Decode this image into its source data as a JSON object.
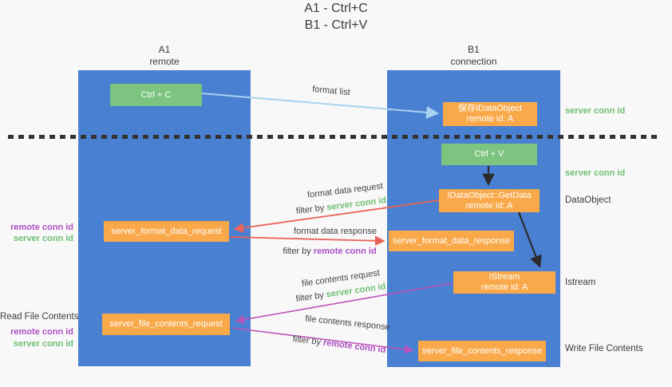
{
  "title": {
    "line1": "A1 - Ctrl+C",
    "line2": "B1 - Ctrl+V"
  },
  "lanes": {
    "a1": {
      "name": "A1",
      "role": "remote"
    },
    "b1": {
      "name": "B1",
      "role": "connection"
    }
  },
  "nodes": {
    "ctrl_c": "Ctrl + C",
    "ctrl_v": "Ctrl + V",
    "save_idataobject": {
      "line1": "保存IDataObject",
      "line2": "remote id: A"
    },
    "getdata": {
      "line1": "IDataObject::GetData",
      "line2": "remote id: A"
    },
    "istream": {
      "line1": "IStream",
      "line2": "remote id: A"
    },
    "format_request": "server_format_data_request",
    "format_response": "server_format_data_response",
    "file_request": "server_file_contents_request",
    "file_response": "server_file_contents_response"
  },
  "edge_labels": {
    "format_list": "format list",
    "format_data_request": "format data request",
    "format_data_response": "format data response",
    "file_contents_request": "file contents request",
    "file_contents_response": "file contents response",
    "filter_by": "filter by ",
    "server_conn_id": "server conn id",
    "remote_conn_id": "remote conn id"
  },
  "side_labels": {
    "server_conn_id": "server conn id",
    "remote_conn_id": "remote conn id",
    "data_object": "DataObject",
    "istream": "Istream",
    "read_file_contents": "Read File Contents",
    "write_file_contents": "Write File Contents"
  },
  "colors": {
    "lane_blue": "#4a80d2",
    "node_green": "#7cc47f",
    "node_orange": "#f9a94a",
    "arrow_blue": "#a9d2ed",
    "arrow_red": "#e96358",
    "arrow_magenta": "#bb53bb",
    "arrow_black": "#2b2b2b",
    "text_green": "#6fbf73",
    "text_purple": "#ad4fc4",
    "background": "#f8f8f8"
  }
}
